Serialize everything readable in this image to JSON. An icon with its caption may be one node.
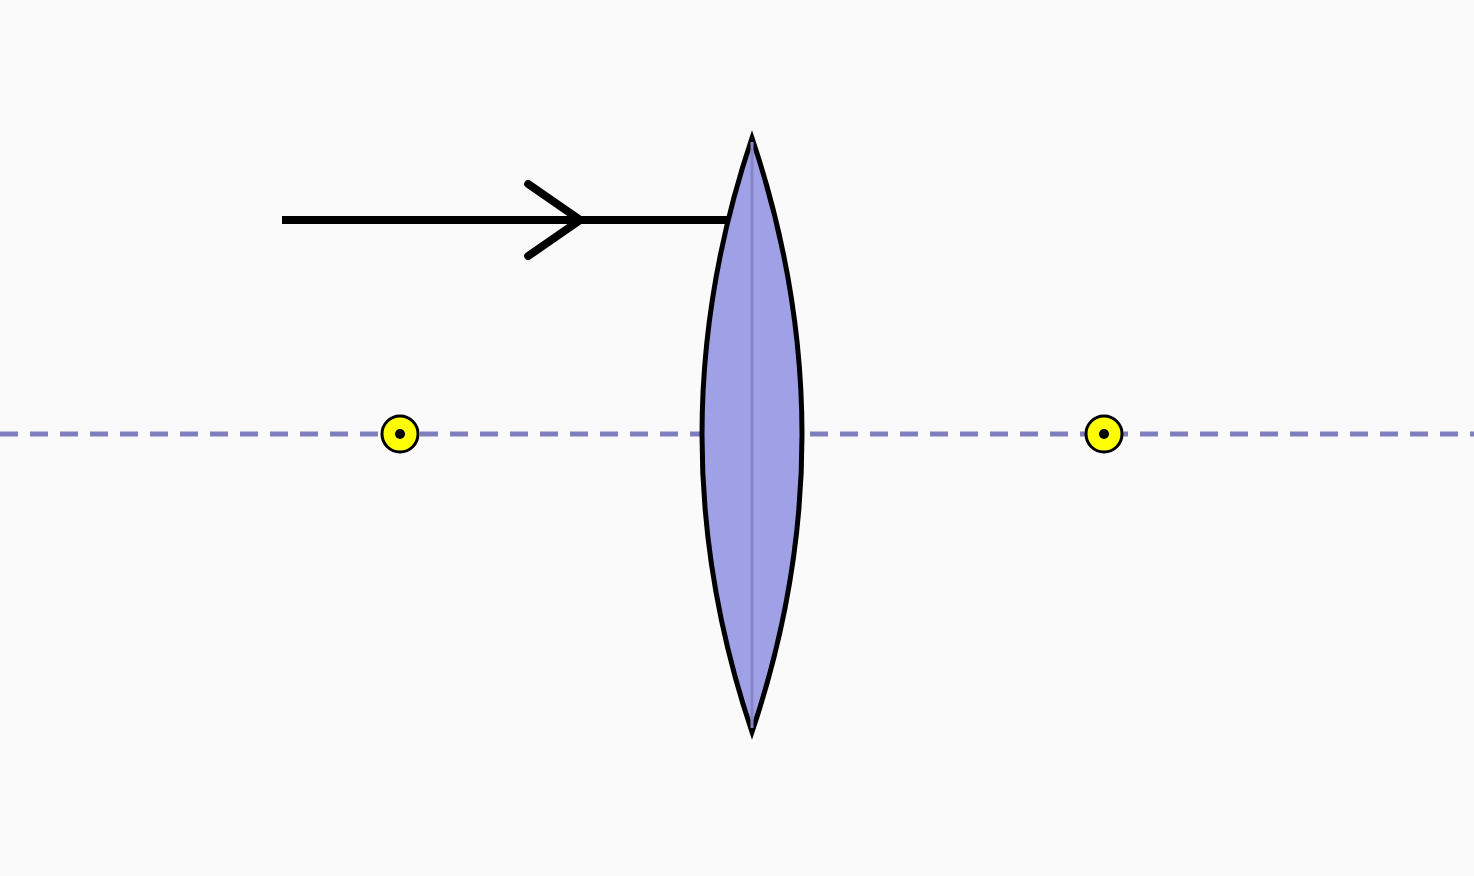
{
  "diagram": {
    "nodes": [
      {
        "text": [],
        "shape": "circle"
      },
      {
        "text": [],
        "shape": "lens"
      },
      {
        "text": [],
        "shape": "circle"
      }
    ],
    "edges": [
      {
        "from": null,
        "to": 1,
        "arrow": "to"
      }
    ]
  }
}
